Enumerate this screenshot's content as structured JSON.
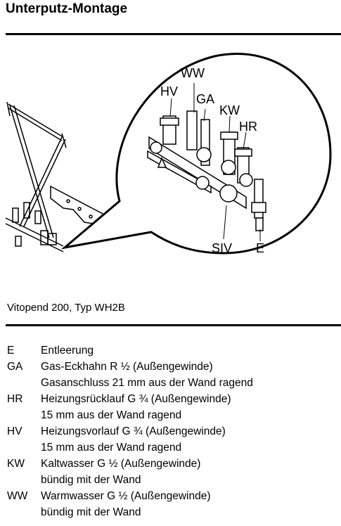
{
  "title": "Unterputz-Montage",
  "figure": {
    "labels": {
      "ww": "WW",
      "hv": "HV",
      "ga": "GA",
      "kw": "KW",
      "hr": "HR",
      "siv": "SIV",
      "e": "E"
    }
  },
  "caption": "Vitopend 200, Typ WH2B",
  "legend": [
    {
      "code": "E",
      "lines": [
        "Entleerung"
      ]
    },
    {
      "code": "GA",
      "lines": [
        "Gas-Eckhahn R ½ (Außengewinde)",
        "Gasanschluss 21 mm aus der Wand ragend"
      ]
    },
    {
      "code": "HR",
      "lines": [
        "Heizungsrücklauf G ¾ (Außengewinde)",
        "15 mm aus der Wand ragend"
      ]
    },
    {
      "code": "HV",
      "lines": [
        "Heizungsvorlauf G ¾ (Außengewinde)",
        "15 mm aus der Wand ragend"
      ]
    },
    {
      "code": "KW",
      "lines": [
        "Kaltwasser G ½ (Außengewinde)",
        "bündig mit der Wand"
      ]
    },
    {
      "code": "WW",
      "lines": [
        "Warmwasser G ½ (Außengewinde)",
        "bündig mit der Wand"
      ]
    }
  ]
}
